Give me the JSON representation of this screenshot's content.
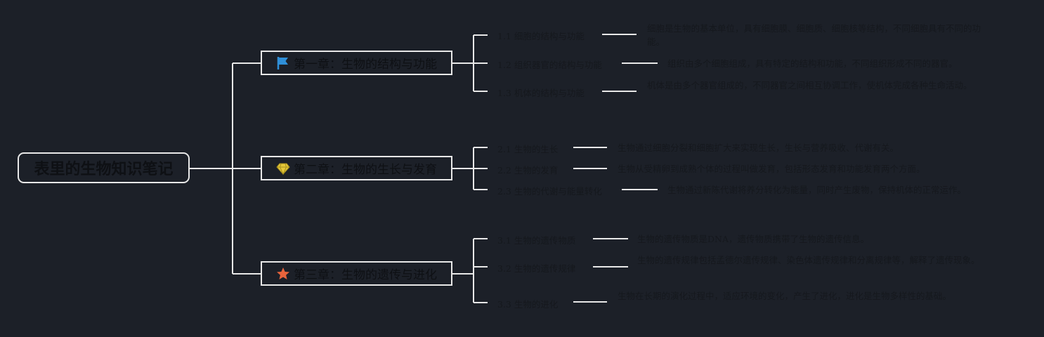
{
  "root": {
    "title": "表里的生物知识笔记"
  },
  "chapters": [
    {
      "title": "第一章：生物的结构与功能",
      "icon": "flag-icon",
      "icon_color": "#2f8fd8",
      "topics": [
        {
          "label": "1.1 细胞的结构与功能",
          "desc": "细胞是生物的基本单位，具有细胞膜、细胞质、细胞核等结构，不同细胞具有不同的功能。"
        },
        {
          "label": "1.2 组织器官的结构与功能",
          "desc": "组织由多个细胞组成，具有特定的结构和功能，不同组织形成不同的器官。"
        },
        {
          "label": "1.3 机体的结构与功能",
          "desc": "机体是由多个器官组成的，不同器官之间相互协调工作，使机体完成各种生命活动。"
        }
      ]
    },
    {
      "title": "第二章：生物的生长与发育",
      "icon": "diamond-icon",
      "icon_color": "#e6c83a",
      "topics": [
        {
          "label": "2.1 生物的生长",
          "desc": "生物通过细胞分裂和细胞扩大来实现生长，生长与营养吸收、代谢有关。"
        },
        {
          "label": "2.2 生物的发育",
          "desc": "生物从受精卵到成熟个体的过程叫做发育，包括形态发育和功能发育两个方面。"
        },
        {
          "label": "2.3 生物的代谢与能量转化",
          "desc": "生物通过新陈代谢将养分转化为能量，同时产生废物，保持机体的正常运作。"
        }
      ]
    },
    {
      "title": "第三章：生物的遗传与进化",
      "icon": "star-icon",
      "icon_color": "#e8643c",
      "topics": [
        {
          "label": "3.1 生物的遗传物质",
          "desc": "生物的遗传物质是DNA，遗传物质携带了生物的遗传信息。"
        },
        {
          "label": "3.2 生物的遗传规律",
          "desc": "生物的遗传规律包括孟德尔遗传规律、染色体遗传规律和分离规律等，解释了遗传现象。"
        },
        {
          "label": "3.3 生物的进化",
          "desc": "生物在长期的演化过程中，适应环境的变化，产生了进化，进化是生物多样性的基础。"
        }
      ]
    }
  ],
  "colors": {
    "background": "#1c2028",
    "line": "#e8e8e8",
    "text": "#15181d"
  }
}
